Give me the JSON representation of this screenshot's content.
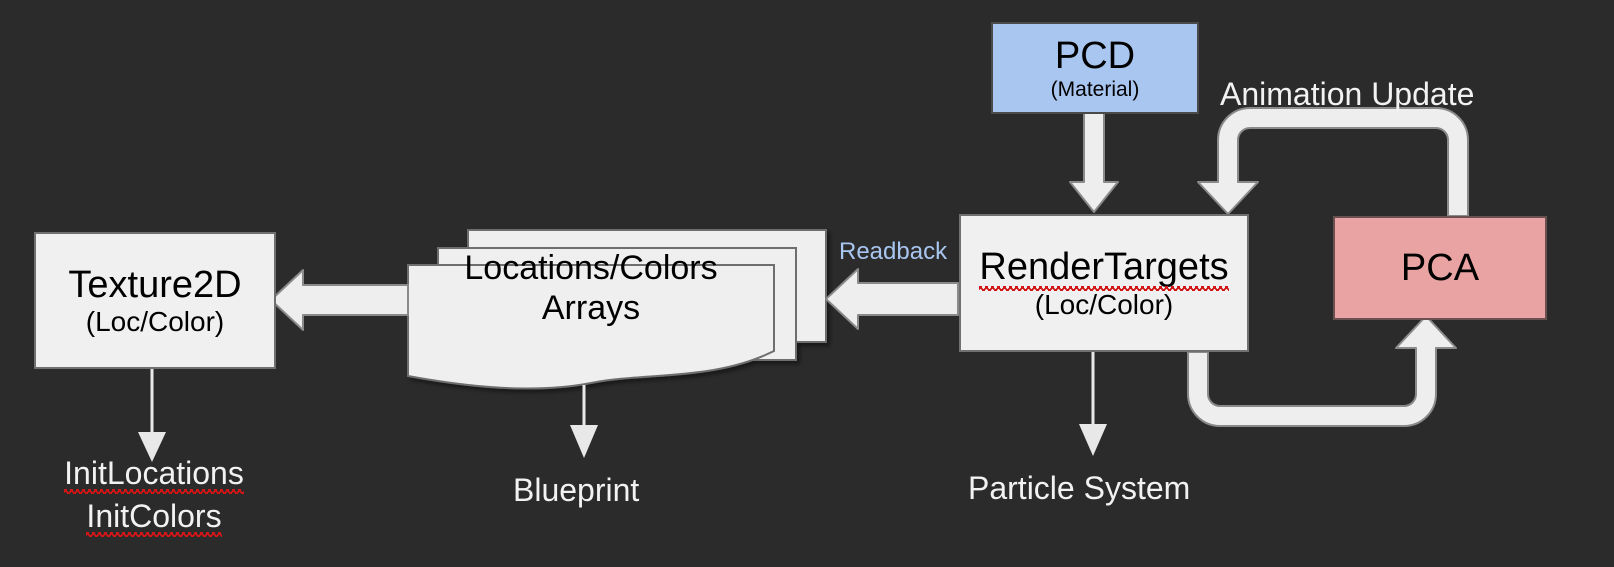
{
  "diagram": {
    "title": "Point Cloud Data pipeline diagram",
    "background_color": "#2b2b2b",
    "nodes": {
      "pcd": {
        "label": "PCD",
        "sublabel": "(Material)",
        "fill": "#a9c6f0",
        "stroke": "#4a4a4a"
      },
      "render_targets": {
        "label": "RenderTargets",
        "sublabel": "(Loc/Color)",
        "fill": "#f0f0f0",
        "stroke": "#707070",
        "spellcheck_underline": true
      },
      "pca": {
        "label": "PCA",
        "fill": "#e9a3a3",
        "stroke": "#6a5050"
      },
      "arrays": {
        "label_line1": "Locations/Colors",
        "label_line2": "Arrays",
        "fill": "#efefef",
        "stroke": "#6e6e6e",
        "stack_count": 3
      },
      "texture2d": {
        "label": "Texture2D",
        "sublabel": "(Loc/Color)",
        "fill": "#f0f0f0",
        "stroke": "#707070"
      }
    },
    "edge_labels": {
      "animation_update": "Animation Update",
      "readback": "Readback",
      "readback_color": "#a9c6f0"
    },
    "terminal_labels": {
      "init_locations": "InitLocations",
      "init_colors": "InitColors",
      "blueprint": "Blueprint",
      "particle_system": "Particle System"
    },
    "arrows": {
      "pcd_to_rendertargets": "thick-down-arrow",
      "rendertargets_to_arrays": "thick-left-arrow",
      "arrays_to_texture2d": "thick-left-arrow",
      "pca_to_rendertargets": "thick-curved-down-arrow",
      "rendertargets_to_pca": "thick-curved-up-arrow",
      "texture2d_to_init": "thin-down-arrow",
      "arrays_to_blueprint": "thin-down-arrow",
      "rendertargets_to_particle_system": "thin-down-arrow"
    }
  }
}
